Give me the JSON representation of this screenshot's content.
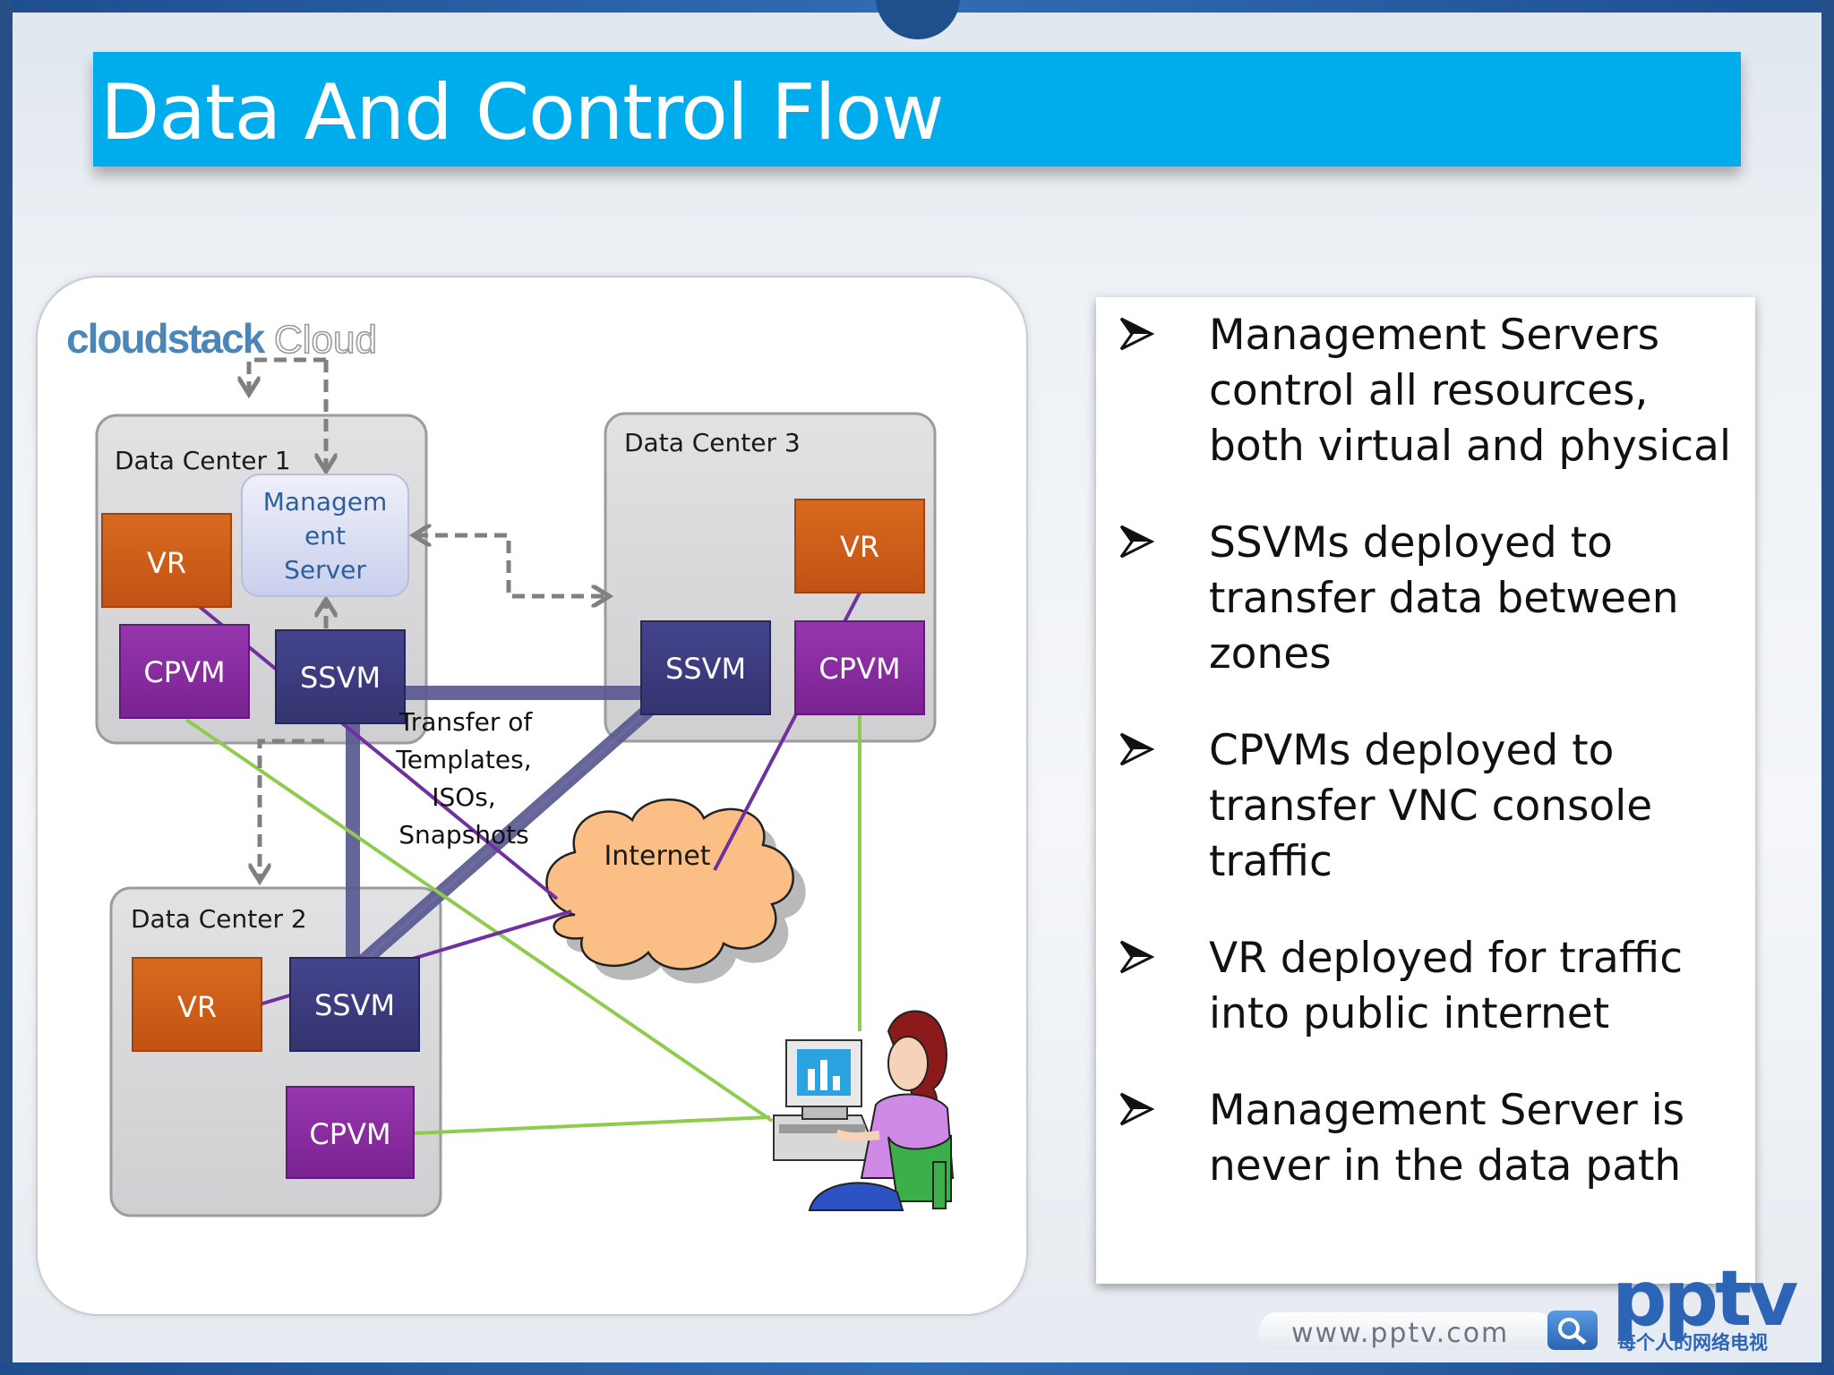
{
  "slide": {
    "title": "Data And Control Flow",
    "accent_color": "#00adec"
  },
  "diagram": {
    "cloud_label": {
      "brand": "cloudstack",
      "suffix": "Cloud"
    },
    "data_centers": [
      {
        "name": "Data Center 1",
        "components": [
          "VR",
          "CPVM",
          "SSVM",
          "Management Server"
        ]
      },
      {
        "name": "Data Center 3",
        "components": [
          "VR",
          "SSVM",
          "CPVM"
        ]
      },
      {
        "name": "Data Center 2",
        "components": [
          "VR",
          "SSVM",
          "CPVM"
        ]
      }
    ],
    "management_server_lines": [
      "Managem",
      "ent",
      "Server"
    ],
    "transfer_label_lines": [
      "Transfer of",
      "Templates,",
      "ISOs,",
      "Snapshots"
    ],
    "internet_label": "Internet",
    "colors": {
      "vr": "#d2601a",
      "ssvm": "#3c3c84",
      "cpvm": "#8a2ca0",
      "management": "#dbe0f3",
      "dc_box": "#d9d9dc",
      "internet": "#fbbf85",
      "green_line": "#8dcc4e",
      "purple_line": "#7030a0",
      "ssvm_link": "#585890",
      "dashed": "#808080"
    },
    "user_icon": "person-at-computer-icon"
  },
  "bullets": [
    {
      "icon": "arrow-bullet-icon",
      "text": "Management Servers control all resources, both virtual and physical"
    },
    {
      "icon": "arrow-bullet-icon",
      "text": "SSVMs deployed to transfer data between zones"
    },
    {
      "icon": "arrow-bullet-icon",
      "text": "CPVMs deployed to transfer VNC console traffic"
    },
    {
      "icon": "arrow-bullet-icon",
      "text": "VR deployed for traffic into public internet"
    },
    {
      "icon": "arrow-bullet-icon",
      "text": "Management Server is never in the data path"
    }
  ],
  "footer": {
    "logo": "pptv",
    "url": "www.pptv.com",
    "tagline": "每个人的网络电视",
    "search_icon": "search-icon"
  }
}
